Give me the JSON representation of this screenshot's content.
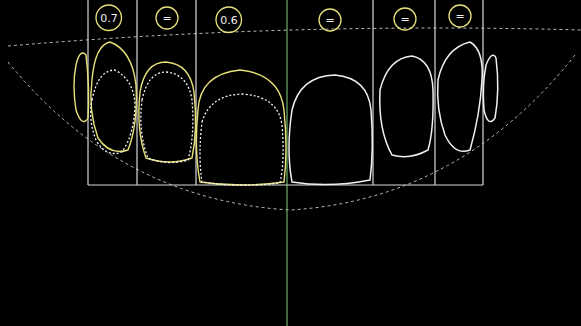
{
  "diagram": {
    "nodes": [
      {
        "text": [
          "0.7"
        ]
      },
      {
        "text": [
          "="
        ]
      },
      {
        "text": [
          "0.6"
        ]
      },
      {
        "text": [
          "="
        ]
      },
      {
        "text": [
          "="
        ]
      },
      {
        "text": [
          "="
        ]
      }
    ]
  }
}
